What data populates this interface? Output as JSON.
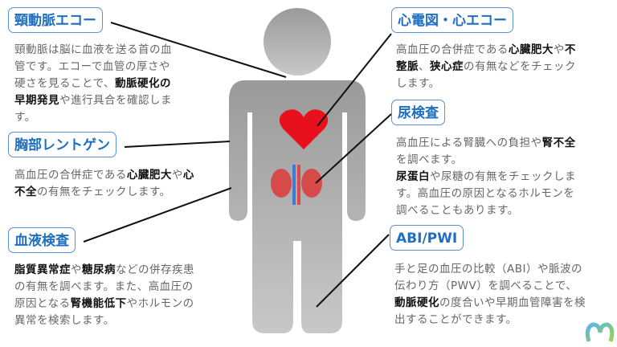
{
  "colors": {
    "accent": "#1f6fc0",
    "border": "#5b8fd6",
    "heart": "#e8101c"
  },
  "sections": {
    "carotid": {
      "title": "頸動脈エコー",
      "text": [
        {
          "t": "頸動脈は脳に血液を送る首の血管です。エコーで血管の厚さや硬さを見ることで、"
        },
        {
          "t": "動脈硬化の早期発見",
          "b": true
        },
        {
          "t": "や進行具合を確認します。"
        }
      ]
    },
    "xray": {
      "title": "胸部レントゲン",
      "text": [
        {
          "t": "高血圧の合併症である"
        },
        {
          "t": "心臓肥大",
          "b": true
        },
        {
          "t": "や"
        },
        {
          "t": "心不全",
          "b": true
        },
        {
          "t": "の有無をチェックします。"
        }
      ]
    },
    "blood": {
      "title": "血液検査",
      "text": [
        {
          "t": "脂質異常症",
          "b": true
        },
        {
          "t": "や"
        },
        {
          "t": "糖尿病",
          "b": true
        },
        {
          "t": "などの併存疾患の有無を調べます。また、高血圧の原因となる"
        },
        {
          "t": "腎機能低下",
          "b": true
        },
        {
          "t": "やホルモンの異常を検索します。"
        }
      ]
    },
    "ecg": {
      "title": "心電図・心エコー",
      "text": [
        {
          "t": "高血圧の合併症である"
        },
        {
          "t": "心臓肥大",
          "b": true
        },
        {
          "t": "や"
        },
        {
          "t": "不整脈",
          "b": true
        },
        {
          "t": "、"
        },
        {
          "t": "狭心症",
          "b": true
        },
        {
          "t": "の有無などをチェックします。"
        }
      ]
    },
    "urine": {
      "title": "尿検査",
      "text": [
        {
          "t": "高血圧による腎臓への負担や"
        },
        {
          "t": "腎不全",
          "b": true
        },
        {
          "t": "を調べます。\n"
        },
        {
          "t": "尿蛋白",
          "b": true
        },
        {
          "t": "や尿糖の有無をチェックします。高血圧の原因となるホルモンを調べることもあります。"
        }
      ]
    },
    "abi": {
      "title": "ABI/PWI",
      "text": [
        {
          "t": "手と足の血圧の比較（ABI）や脈波の伝わり方（PWV）を調べることで、"
        },
        {
          "t": "動脈硬化",
          "b": true
        },
        {
          "t": "の度合いや早期血管障害を検出することができます。"
        }
      ]
    }
  },
  "icons": {
    "heart": "heart-icon",
    "kidney": "kidneys-icon",
    "logo": "brand-logo"
  }
}
